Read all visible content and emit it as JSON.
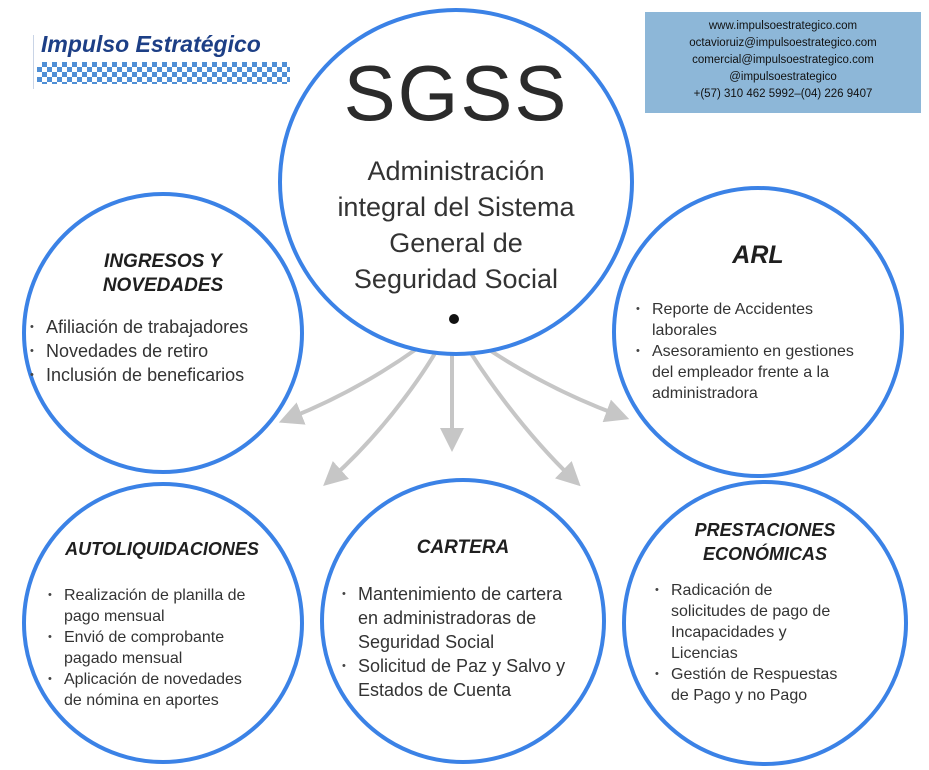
{
  "logo": {
    "text": "Impulso Estratégico"
  },
  "contact": {
    "lines": [
      "www.impulsoestrategico.com",
      "octavioruiz@impulsoestrategico.com",
      "comercial@impulsoestrategico.com",
      "@impulsoestrategico",
      "+(57) 310 462 5992–(04) 226 9407"
    ]
  },
  "center": {
    "title": "SGSS",
    "subtitle_lines": [
      "Administración",
      "integral del Sistema",
      "General de",
      "Seguridad Social"
    ]
  },
  "nodes": {
    "ingresos": {
      "title_lines": [
        "INGRESOS Y",
        "NOVEDADES"
      ],
      "items": [
        "Afiliación de trabajadores",
        "Novedades de retiro",
        "Inclusión de beneficarios"
      ]
    },
    "arl": {
      "title_lines": [
        "ARL"
      ],
      "items": [
        [
          "Reporte de Accidentes",
          "laborales"
        ],
        [
          "Asesoramiento en gestiones",
          "del empleador frente a la",
          "administradora"
        ]
      ]
    },
    "autoliquidaciones": {
      "title_lines": [
        "AUTOLIQUIDACIONES"
      ],
      "items": [
        [
          "Realización de planilla de",
          "pago  mensual"
        ],
        [
          "Envió de comprobante",
          "pagado mensual"
        ],
        [
          "Aplicación de novedades",
          "de nómina en aportes"
        ]
      ]
    },
    "cartera": {
      "title_lines": [
        "CARTERA"
      ],
      "items": [
        [
          "Mantenimiento de cartera",
          "en administradoras de",
          "Seguridad Social"
        ],
        [
          "Solicitud de Paz y Salvo y",
          "Estados de Cuenta"
        ]
      ]
    },
    "prestaciones": {
      "title_lines": [
        "PRESTACIONES",
        "ECONÓMICAS"
      ],
      "items": [
        [
          "Radicación de",
          "solicitudes de pago de",
          "Incapacidades y",
          "Licencias"
        ],
        [
          "Gestión de Respuestas",
          "de Pago y no Pago"
        ]
      ]
    }
  },
  "colors": {
    "circle_border": "#3b82e6",
    "arrow": "#c6c6c6",
    "contact_bg": "#8db7d8",
    "logo_text": "#1d3f86"
  }
}
